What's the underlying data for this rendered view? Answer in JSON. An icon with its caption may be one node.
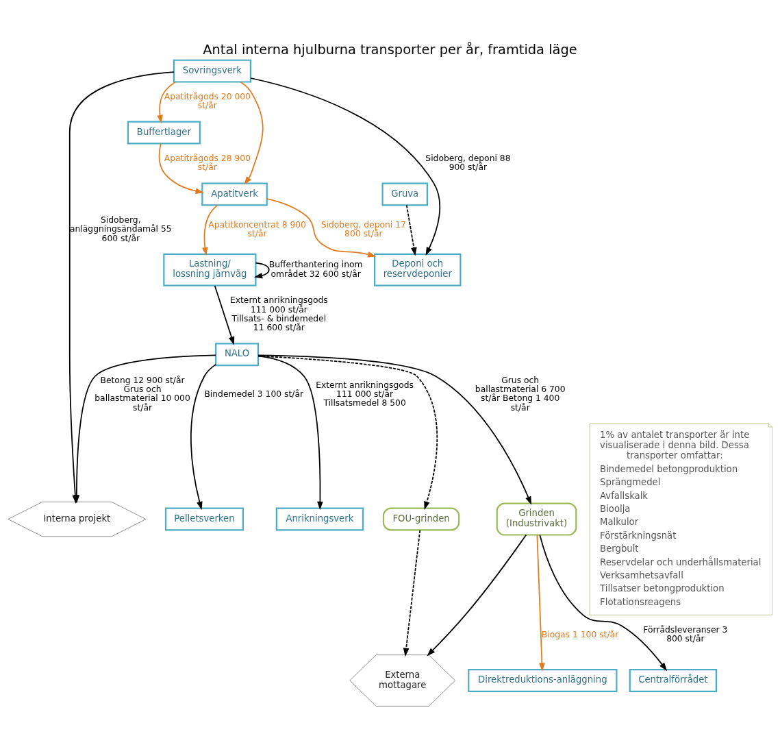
{
  "diagram": {
    "title": "Antal interna hjulburna transporter per år, framtida läge",
    "nodes": [
      {
        "text": [
          "Interna projekt"
        ]
      },
      {
        "text": [
          "NALO"
        ]
      },
      {
        "text": [
          "Pelletsverken"
        ]
      },
      {
        "text": [
          "Lastning/ lossning järnväg"
        ]
      },
      {
        "text": [
          "Deponi och reservdeponier"
        ]
      },
      {
        "text": [
          "Apatitverk"
        ]
      },
      {
        "text": [
          "Anrikningsverk"
        ]
      },
      {
        "text": [
          "Sovringsverk"
        ]
      },
      {
        "text": [
          "Buffertlager"
        ]
      },
      {
        "text": [
          "Gruva"
        ]
      },
      {
        "text": [
          "Centralförrådet"
        ]
      },
      {
        "text": [
          "Direktreduktions-anläggning"
        ]
      },
      {
        "text": [
          "Grinden (Industrivakt)"
        ]
      },
      {
        "text": [
          "FOU-grinden"
        ]
      },
      {
        "text": [
          "Externa mottagare"
        ]
      },
      {
        "text": [
          "1% av antalet transporter är inte visualiserade i denna bild. Dessa transporter omfattar:",
          "Bindemedel betongproduktion",
          "Sprängmedel",
          "Avfallskalk",
          "Bioolja",
          "Malkulor",
          "Förstärkningsnät",
          "Bergbult",
          "Reservdelar och underhållsmaterial",
          "Verksamhetsavfall",
          "Tillsatser betongproduktion",
          "Flotationsreagens"
        ]
      }
    ],
    "edges": [
      {
        "from": 1,
        "to": 0,
        "arrow": "to",
        "label": "Betong 12 900 st/år Grus och ballastmaterial 10 000 st/år"
      },
      {
        "from": 3,
        "to": 1,
        "arrow": "to",
        "label": "Externt anrikningsgods 111 000 st/år Tillsats- & bindemedel 11 600 st/år"
      },
      {
        "from": 7,
        "to": 0,
        "arrow": "to",
        "label": "Sidoberg, anläggningsändamål 55 600 st/år"
      },
      {
        "from": 1,
        "to": 2,
        "arrow": "to",
        "label": "Bindemedel 3 100 st/år"
      },
      {
        "from": 3,
        "to": 3,
        "arrow": "to",
        "label": "Bufferthantering inom området 32 600 st/år"
      },
      {
        "from": 5,
        "to": 4,
        "arrow": "to",
        "label": "Sidoberg, deponi 17 800 st/år",
        "color": "#e07b20"
      },
      {
        "from": 5,
        "to": 3,
        "arrow": "to",
        "label": "Apatitkoncentrat 8 900 st/år",
        "color": "#e07b20"
      },
      {
        "from": 1,
        "to": 6,
        "arrow": "to",
        "label": "Externt anrikningsgods 111 000 st/år Tillsatsmedel 8 500"
      },
      {
        "from": 7,
        "to": 4,
        "arrow": "to",
        "label": "Sidoberg, deponi 88 900 st/år"
      },
      {
        "from": 9,
        "to": 4,
        "arrow": "to",
        "style": "dashed"
      },
      {
        "from": 7,
        "to": 8,
        "arrow": "to",
        "label": "Apatitrågods 20 000 st/år",
        "color": "#e07b20"
      },
      {
        "from": 7,
        "to": 5,
        "arrow": "to",
        "color": "#e07b20"
      },
      {
        "from": 8,
        "to": 5,
        "arrow": "to",
        "label": "Apatitrågods 28 900 st/år",
        "color": "#e07b20"
      },
      {
        "from": 1,
        "to": 12,
        "arrow": "to",
        "label": "Grus och ballastmaterial 6 700 st/år Betong 1 400 st/år"
      },
      {
        "from": 12,
        "to": 10,
        "arrow": "to",
        "label": "Förrådsleveranser 3 800 st/år"
      },
      {
        "from": 12,
        "to": 11,
        "arrow": "to",
        "label": "Biogas 1 100 st/år",
        "color": "#e07b20"
      },
      {
        "from": 1,
        "to": 13,
        "arrow": "to",
        "style": "dashed"
      },
      {
        "from": 12,
        "to": 14,
        "arrow": "to"
      },
      {
        "from": 13,
        "to": 14,
        "arrow": "to",
        "style": "dashed"
      }
    ]
  }
}
